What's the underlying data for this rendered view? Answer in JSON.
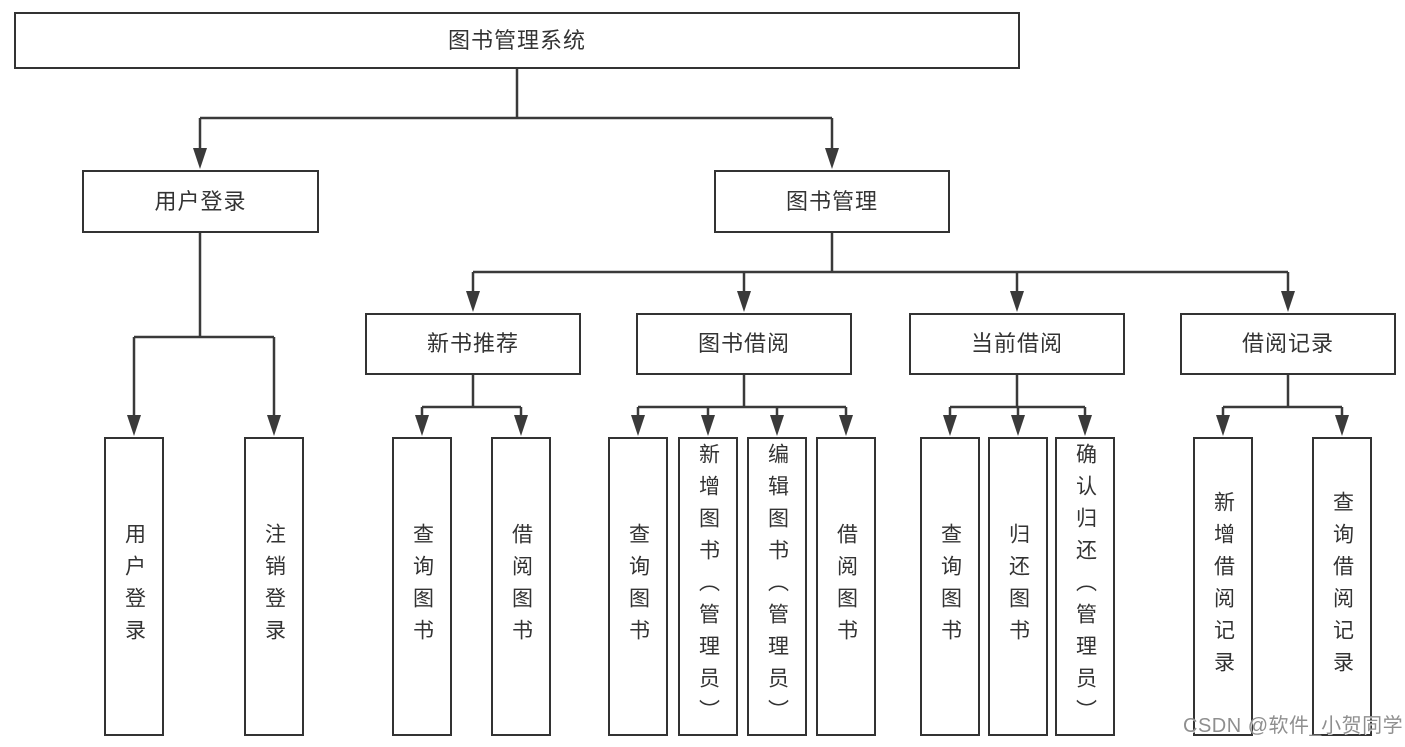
{
  "colors": {
    "line": "#3a3a3a",
    "border": "#333333",
    "fill": "#ffffff",
    "text": "#333333",
    "watermark": "#8f8f8f"
  },
  "root": {
    "label": "图书管理系统"
  },
  "user_login": {
    "label": "用户登录",
    "children": [
      {
        "label": "用户登录"
      },
      {
        "label": "注销登录"
      }
    ]
  },
  "book_mgmt": {
    "label": "图书管理",
    "groups": [
      {
        "label": "新书推荐",
        "children": [
          {
            "label": "查询图书"
          },
          {
            "label": "借阅图书"
          }
        ]
      },
      {
        "label": "图书借阅",
        "children": [
          {
            "label": "查询图书"
          },
          {
            "label": "新增图书（管理员）"
          },
          {
            "label": "编辑图书（管理员）"
          },
          {
            "label": "借阅图书"
          }
        ]
      },
      {
        "label": "当前借阅",
        "children": [
          {
            "label": "查询图书"
          },
          {
            "label": "归还图书"
          },
          {
            "label": "确认归还（管理员）"
          }
        ]
      },
      {
        "label": "借阅记录",
        "children": [
          {
            "label": "新增借阅记录"
          },
          {
            "label": "查询借阅记录"
          }
        ]
      }
    ]
  },
  "watermark": {
    "text": "CSDN @软件_小贺同学"
  }
}
